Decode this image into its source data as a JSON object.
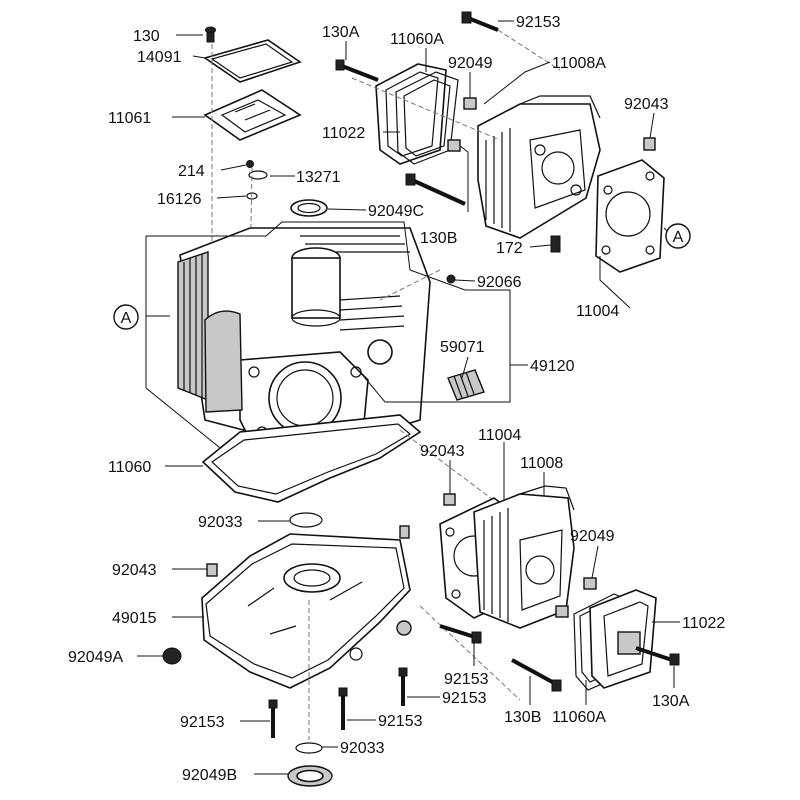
{
  "parts": {
    "p130": "130",
    "p14091": "14091",
    "p11061": "11061",
    "p214": "214",
    "p13271": "13271",
    "p16126": "16126",
    "p92049C": "92049C",
    "p130A_top": "130A",
    "p11060A_top": "11060A",
    "p92153_top": "92153",
    "p92049_top": "92049",
    "p11008A": "11008A",
    "p92043_top": "92043",
    "p11022_top": "11022",
    "p130B_top": "130B",
    "p172": "172",
    "p11004_top": "11004",
    "p92066": "92066",
    "p59071": "59071",
    "p49120": "49120",
    "p11060": "11060",
    "p92043_mid": "92043",
    "p11004_mid": "11004",
    "p11008": "11008",
    "p92033_a": "92033",
    "p92049_mid": "92049",
    "p92043_left": "92043",
    "p49015": "49015",
    "p11022_bot": "11022",
    "p92049A": "92049A",
    "p92153_b1": "92153",
    "p92153_b2": "92153",
    "p130A_bot": "130A",
    "p92153_b3": "92153",
    "p92153_b4": "92153",
    "p130B_bot": "130B",
    "p11060A_bot": "11060A",
    "p92033_b": "92033",
    "p92049B": "92049B"
  },
  "refs": {
    "ref_left": "A",
    "ref_right": "A"
  }
}
